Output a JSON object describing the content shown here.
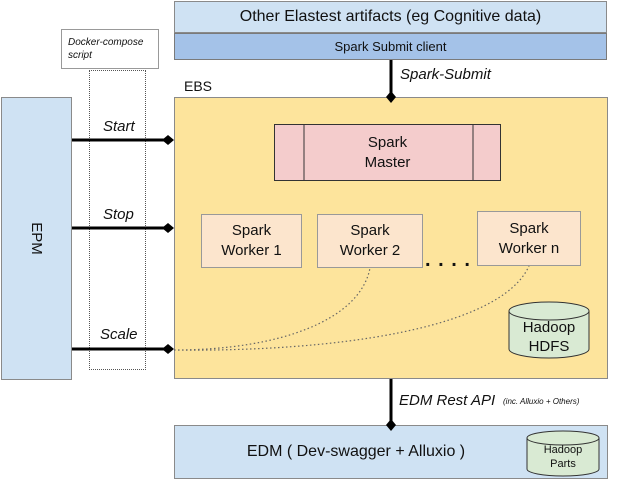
{
  "artifacts": {
    "label": "Other Elastest artifacts (eg Cognitive data)"
  },
  "spark_submit_client": {
    "label": "Spark Submit client"
  },
  "spark_submit_edge": {
    "label": "Spark-Submit"
  },
  "ebs": {
    "label": "EBS"
  },
  "epm": {
    "label": "EPM"
  },
  "docker_compose": {
    "line1": "Docker-compose",
    "line2": "script"
  },
  "edges": {
    "start": "Start",
    "stop": "Stop",
    "scale": "Scale"
  },
  "spark_master": {
    "line1": "Spark",
    "line2": "Master"
  },
  "workers": [
    {
      "line1": "Spark",
      "line2": "Worker 1"
    },
    {
      "line1": "Spark",
      "line2": "Worker 2"
    },
    {
      "line1": "Spark",
      "line2": "Worker n"
    }
  ],
  "ellipsis": ". . . .",
  "hdfs": {
    "line1": "Hadoop",
    "line2": "HDFS"
  },
  "edm_api": {
    "label": "EDM Rest API",
    "note": "(inc. Alluxio + Others)"
  },
  "edm": {
    "label": "EDM ( Dev-swagger + Alluxio )"
  },
  "hadoop_parts": {
    "line1": "Hadoop",
    "line2": "Parts"
  }
}
